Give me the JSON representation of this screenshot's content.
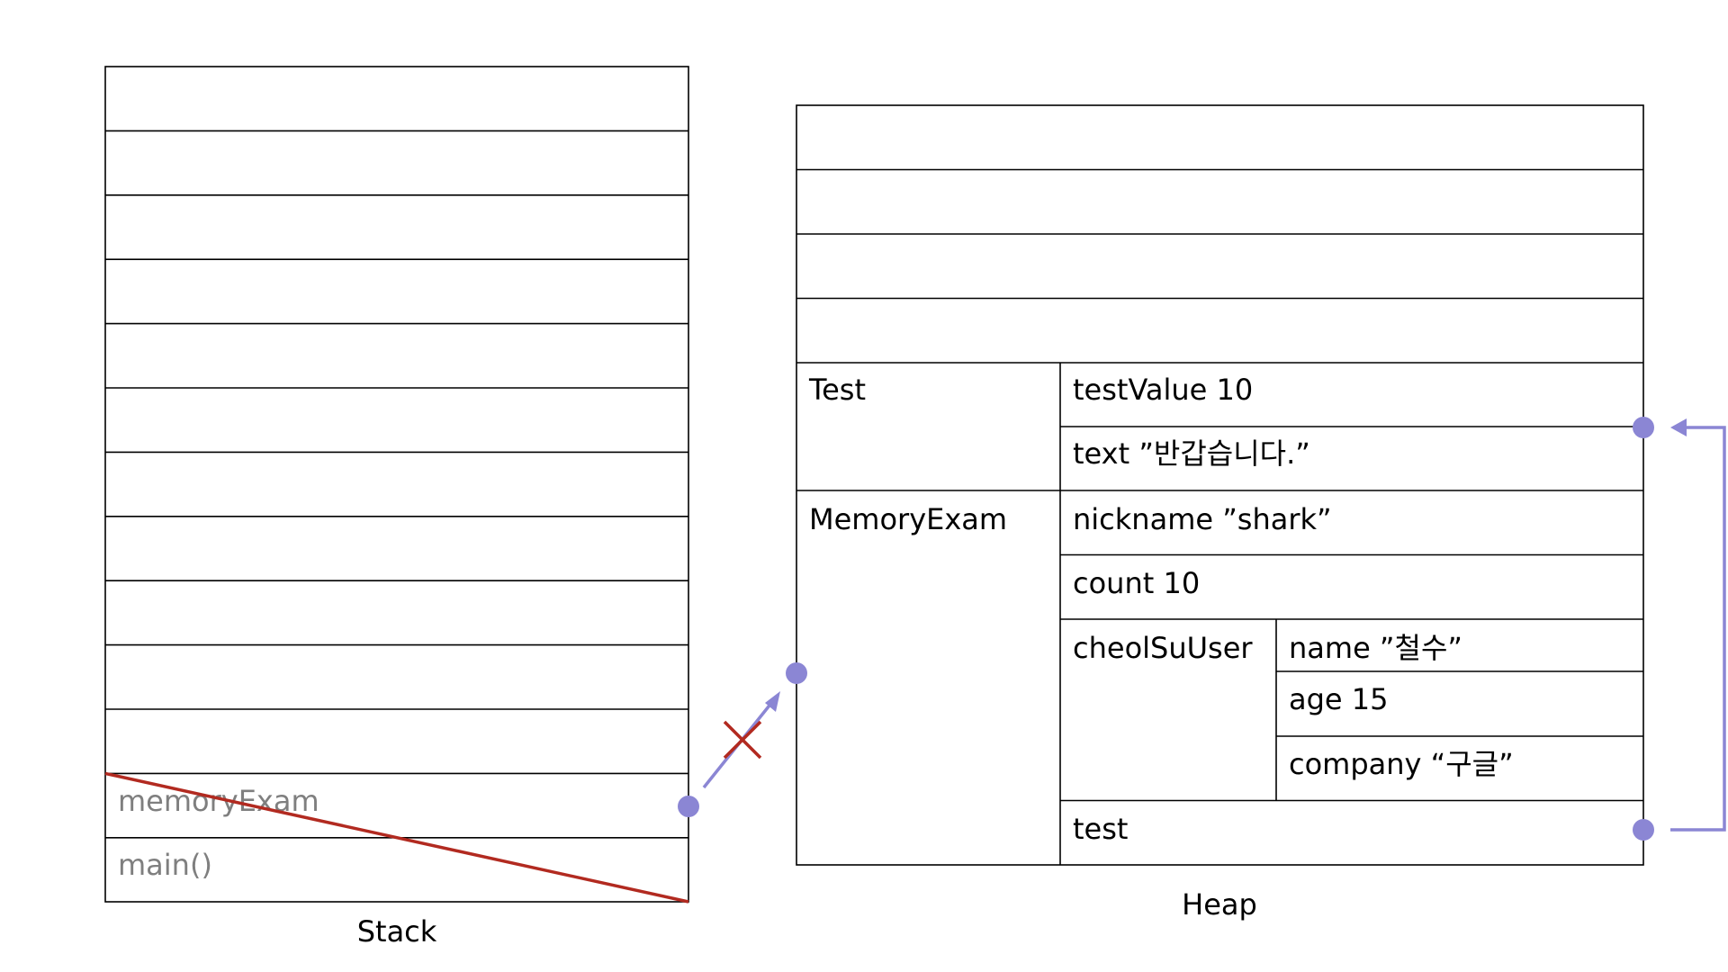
{
  "stack": {
    "caption": "Stack",
    "frames": [
      {
        "label": "memoryExam"
      },
      {
        "label": "main()"
      }
    ]
  },
  "heap": {
    "caption": "Heap",
    "objects": {
      "test": {
        "class_label": "Test",
        "fields": [
          "testValue 10",
          "text ”반갑습니다.”"
        ]
      },
      "memory_exam": {
        "class_label": "MemoryExam",
        "fields": {
          "nickname": "nickname ”shark”",
          "count": "count 10",
          "cheolsu_label": "cheolSuUser",
          "cheolsu_fields": [
            "name ”철수”",
            "age 15",
            "company “구글”"
          ],
          "test": "test"
        }
      }
    }
  },
  "colors": {
    "reference": "#8b86d4",
    "removed": "#b22a20",
    "grid": "#000000",
    "popped_text": "#7f7f7f"
  }
}
